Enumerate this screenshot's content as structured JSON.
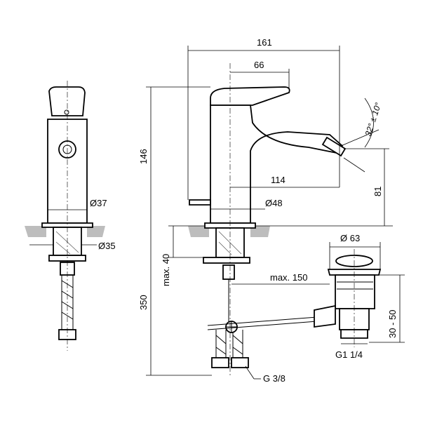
{
  "dimensions": {
    "total_width": "161",
    "lever_length": "66",
    "total_height": "146",
    "angle": "32° ± 10°",
    "spout_reach": "114",
    "spout_height": "81",
    "body_diameter_side": "Ø37",
    "base_diameter": "Ø48",
    "shank_diameter": "Ø35",
    "flex_length": "350",
    "max_deck_thickness": "max. 40",
    "waste_diameter": "Ø 63",
    "max_rod_length": "max. 150",
    "waste_adjust": "30 - 50",
    "waste_thread": "G1 1/4",
    "hose_thread": "G 3/8"
  }
}
